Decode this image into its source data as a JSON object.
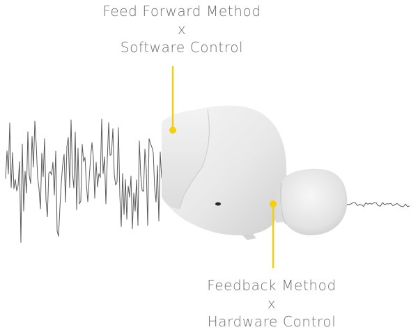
{
  "labels": {
    "top": {
      "line1": "Feed Forward Method",
      "line2": "x",
      "line3": "Software Control"
    },
    "bottom": {
      "line1": "Feedback Method",
      "line2": "x",
      "line3": "Hardware Control"
    }
  },
  "colors": {
    "accent": "#f4cf0a",
    "text": "#6e6e6e",
    "waveform": "#5a5a5a",
    "earbud_body": "#ececec",
    "earbud_shadow": "#d2d2d2"
  },
  "icons": {
    "earbud": "wireless-earbud-illustration",
    "noise": "noise-waveform",
    "residual": "residual-waveform"
  }
}
